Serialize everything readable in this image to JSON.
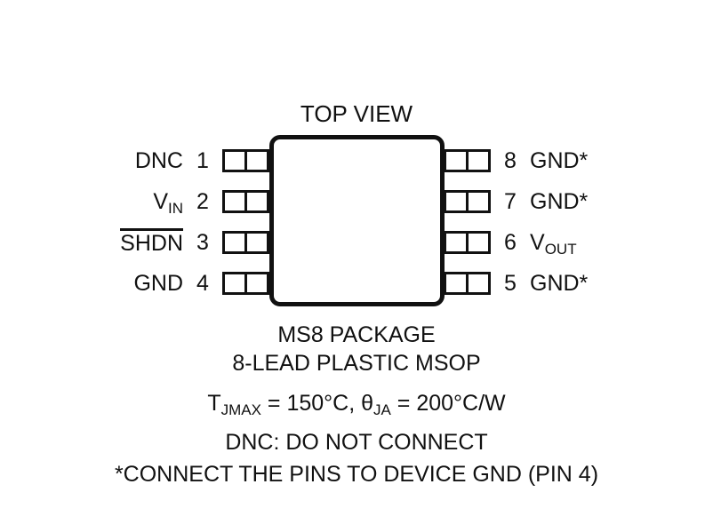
{
  "title": "TOP VIEW",
  "package": {
    "name": "MS8 PACKAGE",
    "description": "8-LEAD PLASTIC MSOP",
    "left_pins": [
      {
        "number": "1",
        "segments": [
          {
            "text": "DNC"
          }
        ]
      },
      {
        "number": "2",
        "segments": [
          {
            "text": "V"
          },
          {
            "text": "IN",
            "sub": true
          }
        ]
      },
      {
        "number": "3",
        "segments": [
          {
            "text": "SHDN",
            "overline": true
          }
        ]
      },
      {
        "number": "4",
        "segments": [
          {
            "text": "GND"
          }
        ]
      }
    ],
    "right_pins": [
      {
        "number": "8",
        "segments": [
          {
            "text": "GND*"
          }
        ]
      },
      {
        "number": "7",
        "segments": [
          {
            "text": "GND*"
          }
        ]
      },
      {
        "number": "6",
        "segments": [
          {
            "text": "V"
          },
          {
            "text": "OUT",
            "sub": true
          }
        ]
      },
      {
        "number": "5",
        "segments": [
          {
            "text": "GND*"
          }
        ]
      }
    ]
  },
  "notes": {
    "thermal_segments": [
      {
        "text": "T"
      },
      {
        "text": "JMAX",
        "sub": true
      },
      {
        "text": " = 150°C, "
      },
      {
        "text": "θ"
      },
      {
        "text": "JA",
        "sub": true
      },
      {
        "text": " = 200°C/W"
      }
    ],
    "dnc": "DNC: DO NOT CONNECT",
    "star": "*CONNECT THE PINS TO DEVICE GND (PIN 4)"
  },
  "colors": {
    "ink": "#111111",
    "background": "#ffffff"
  }
}
